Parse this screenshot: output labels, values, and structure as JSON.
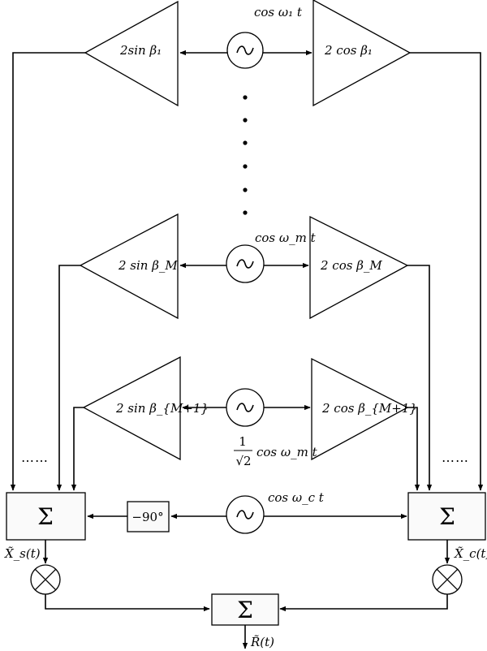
{
  "rows": [
    {
      "sin_gain": "2sin β₁",
      "cos_gain": "2 cos β₁",
      "osc_label": "cos ω₁ t"
    },
    {
      "sin_gain": "2 sin β_M",
      "cos_gain": "2 cos β_M",
      "osc_label": "cos ω_m t"
    },
    {
      "sin_gain": "2 sin β_{M+1}",
      "cos_gain": "2 cos β_{M+1}",
      "osc_num": "1",
      "osc_den": "√2",
      "osc_label": "cos ω_m t"
    }
  ],
  "ellipsis": {
    "left": "……",
    "right": "……"
  },
  "carrier": {
    "label": "cos ω_c t",
    "phase_shift": "−90°"
  },
  "adders": {
    "left": "Σ",
    "right": "Σ",
    "output": "Σ"
  },
  "signals": {
    "xs": "X̃_s(t)",
    "xc": "X̃_c(t)",
    "out": "R̃(t)"
  }
}
